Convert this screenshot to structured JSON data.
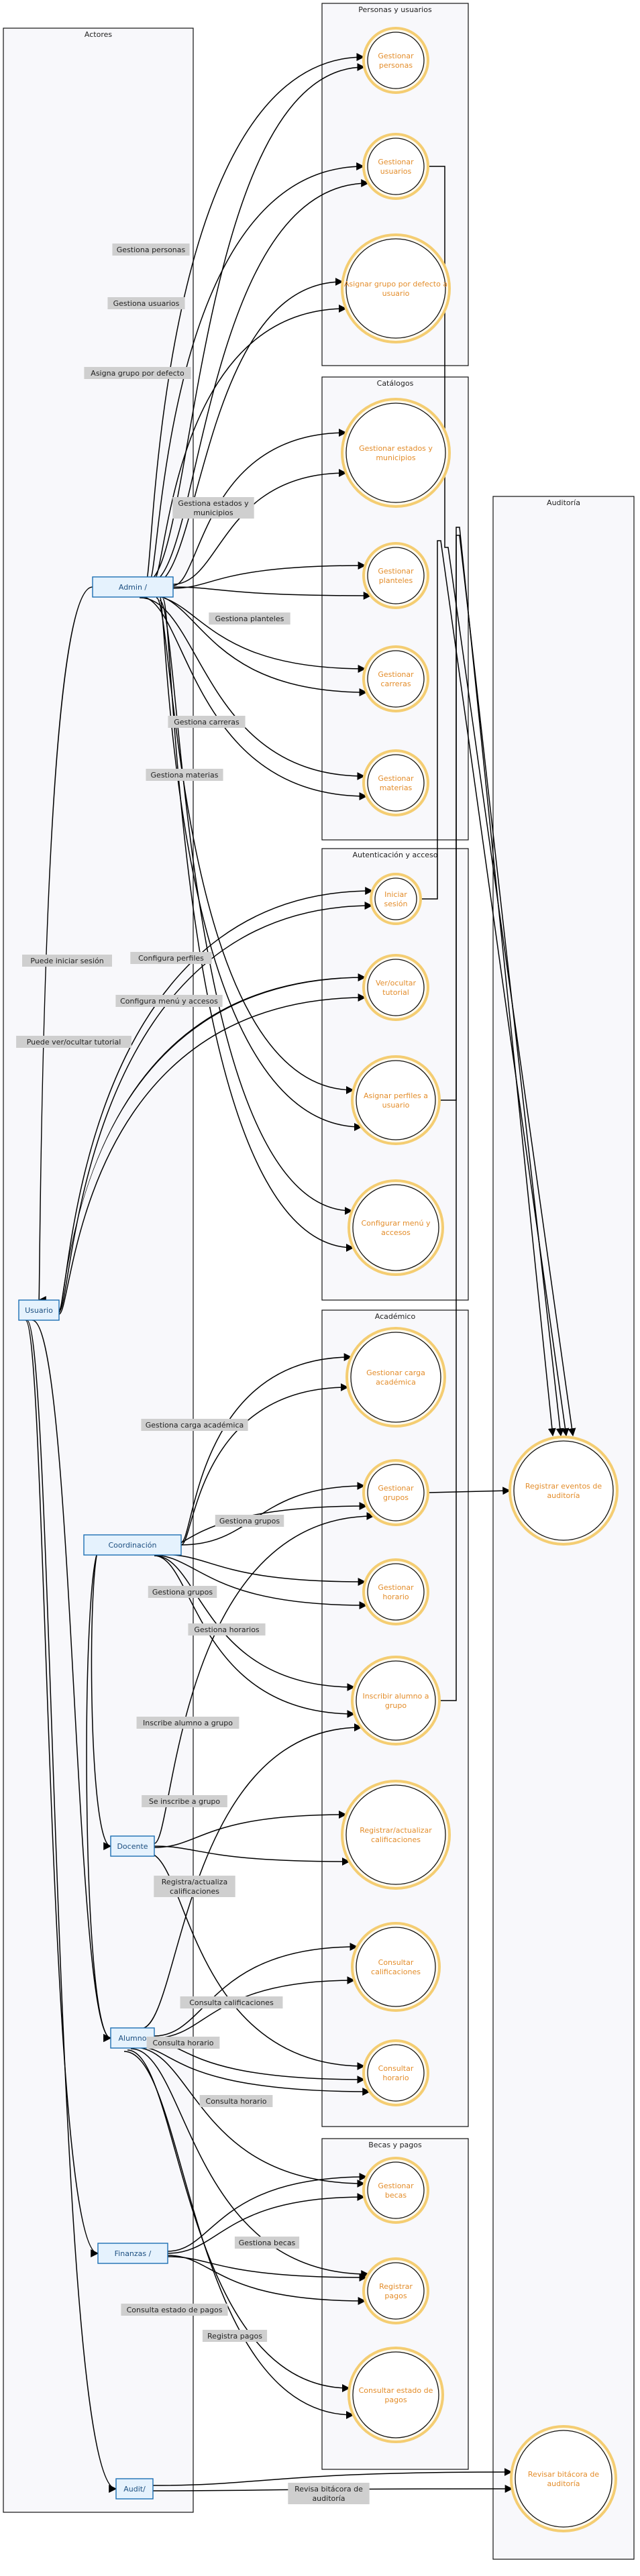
{
  "groups": {
    "actores": "Actores",
    "personas": "Personas y usuarios",
    "catalogos": "Catálogos",
    "auth": "Autenticación y acceso",
    "academico": "Académico",
    "becas": "Becas y pagos",
    "auditoria": "Auditoría"
  },
  "actors": {
    "admin": "Admin /",
    "usuario": "Usuario",
    "coordinacion": "Coordinación",
    "docente": "Docente",
    "alumno": "Alumno",
    "finanzas": "Finanzas /",
    "audit": "Audit/"
  },
  "usecases": {
    "gest_personas": [
      "Gestionar",
      "personas"
    ],
    "gest_usuarios": [
      "Gestionar",
      "usuarios"
    ],
    "asignar_grupo": [
      "Asignar grupo por defecto a",
      "usuario"
    ],
    "gest_estados": [
      "Gestionar estados y",
      "municipios"
    ],
    "gest_planteles": [
      "Gestionar",
      "planteles"
    ],
    "gest_carreras": [
      "Gestionar",
      "carreras"
    ],
    "gest_materias": [
      "Gestionar",
      "materias"
    ],
    "iniciar_sesion": [
      "Iniciar",
      "sesión"
    ],
    "ver_tutorial": [
      "Ver/ocultar",
      "tutorial"
    ],
    "asignar_perfiles": [
      "Asignar perfiles a",
      "usuario"
    ],
    "config_menu": [
      "Configurar menú y",
      "accesos"
    ],
    "gest_carga": [
      "Gestionar carga",
      "académica"
    ],
    "gest_grupos": [
      "Gestionar",
      "grupos"
    ],
    "gest_horario": [
      "Gestionar",
      "horario"
    ],
    "inscribir": [
      "Inscribir alumno a",
      "grupo"
    ],
    "registrar_calif": [
      "Registrar/actualizar",
      "calificaciones"
    ],
    "consultar_calif": [
      "Consultar",
      "calificaciones"
    ],
    "consultar_horario": [
      "Consultar",
      "horario"
    ],
    "gest_becas": [
      "Gestionar",
      "becas"
    ],
    "registrar_pagos": [
      "Registrar",
      "pagos"
    ],
    "consultar_pagos": [
      "Consultar estado de",
      "pagos"
    ],
    "registrar_eventos": [
      "Registrar eventos de",
      "auditoría"
    ],
    "revisar_bitacora": [
      "Revisar bitácora de",
      "auditoría"
    ]
  },
  "edge_labels": {
    "gestiona_personas": [
      "Gestiona personas"
    ],
    "gestiona_usuarios": [
      "Gestiona usuarios"
    ],
    "asigna_grupo": [
      "Asigna grupo por defecto"
    ],
    "gestiona_estados": [
      "Gestiona estados y",
      "municipios"
    ],
    "gestiona_planteles": [
      "Gestiona planteles"
    ],
    "gestiona_carreras": [
      "Gestiona carreras"
    ],
    "gestiona_materias": [
      "Gestiona materias"
    ],
    "puede_iniciar": [
      "Puede iniciar sesión"
    ],
    "configura_perfiles": [
      "Configura perfiles"
    ],
    "configura_menu": [
      "Configura menú y accesos"
    ],
    "puede_ver": [
      "Puede ver/ocultar tutorial"
    ],
    "gestiona_carga": [
      "Gestiona carga académica"
    ],
    "gestiona_grupos_1": [
      "Gestiona grupos"
    ],
    "gestiona_grupos_2": [
      "Gestiona grupos"
    ],
    "gestiona_horarios": [
      "Gestiona horarios"
    ],
    "inscribe_alumno": [
      "Inscribe alumno a grupo"
    ],
    "se_inscribe": [
      "Se inscribe a grupo"
    ],
    "registra_calif": [
      "Registra/actualiza",
      "calificaciones"
    ],
    "consulta_calif": [
      "Consulta calificaciones"
    ],
    "consulta_horario_1": [
      "Consulta horario"
    ],
    "consulta_horario_2": [
      "Consulta horario"
    ],
    "gestiona_becas": [
      "Gestiona becas"
    ],
    "consulta_pagos": [
      "Consulta estado de pagos"
    ],
    "registra_pagos": [
      "Registra pagos"
    ],
    "revisa_bitacora": [
      "Revisa bitácora de",
      "auditoría"
    ]
  }
}
